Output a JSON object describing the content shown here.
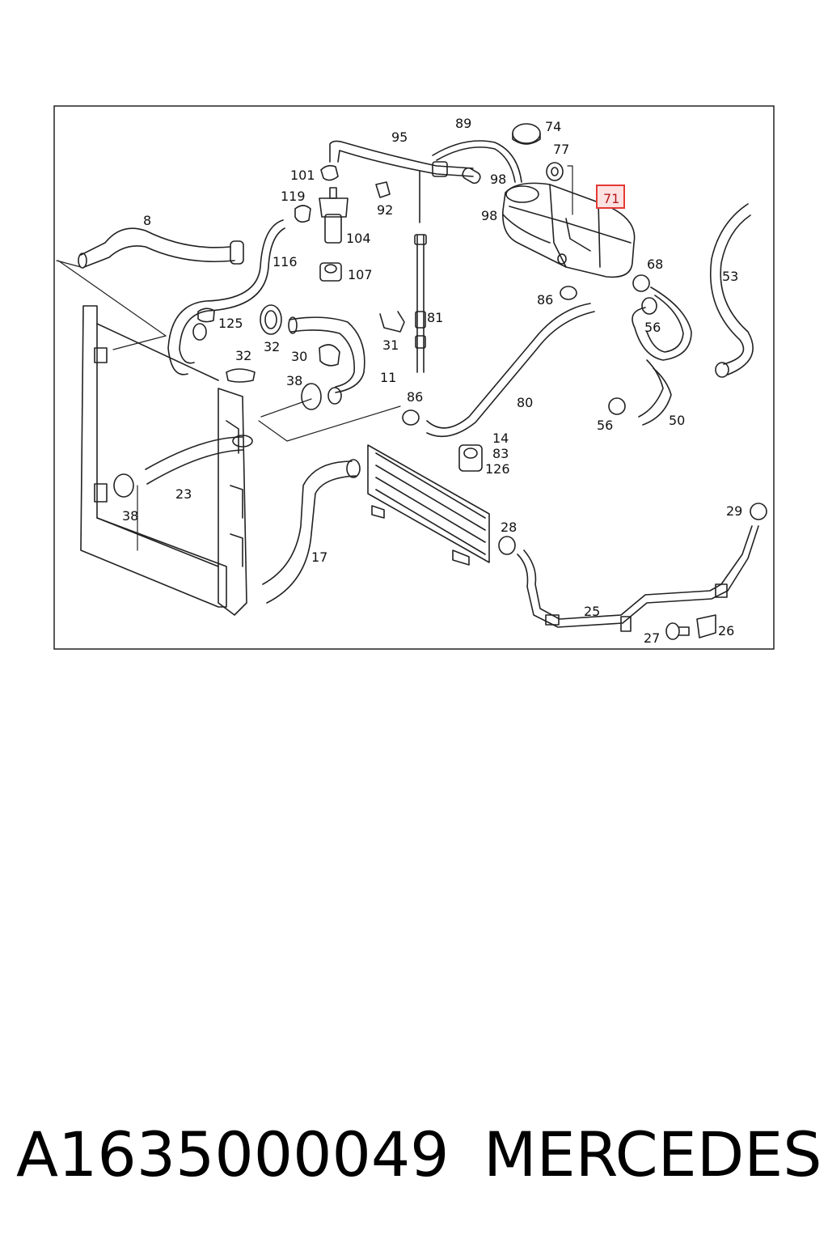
{
  "diagram": {
    "highlight_color": "#e53935",
    "highlighted_part": "71",
    "labels": {
      "l8": "8",
      "l95": "95",
      "l89": "89",
      "l74": "74",
      "l77": "77",
      "l71": "71",
      "l101": "101",
      "l119": "119",
      "l92": "92",
      "l98a": "98",
      "l98b": "98",
      "l104": "104",
      "l116": "116",
      "l107": "107",
      "l68": "68",
      "l53": "53",
      "l86a": "86",
      "l56a": "56",
      "l125": "125",
      "l81": "81",
      "l32a": "32",
      "l30": "30",
      "l31": "31",
      "l32b": "32",
      "l38a": "38",
      "l11": "11",
      "l86b": "86",
      "l80": "80",
      "l56b": "56",
      "l50": "50",
      "l14": "14",
      "l83": "83",
      "l126": "126",
      "l23": "23",
      "l38b": "38",
      "l28": "28",
      "l29": "29",
      "l17": "17",
      "l25": "25",
      "l27": "27",
      "l26": "26"
    }
  },
  "footer": {
    "part_number": "A1635000049",
    "brand": "MERCEDES"
  }
}
